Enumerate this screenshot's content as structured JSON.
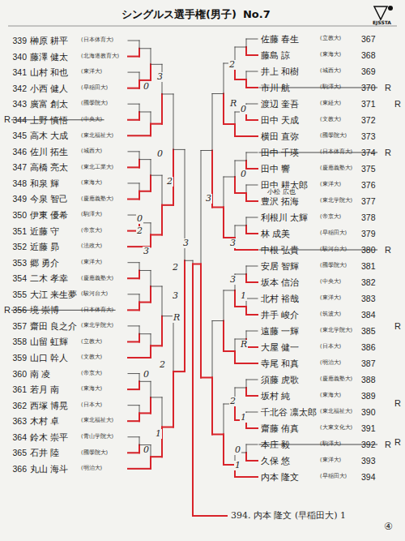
{
  "diagram": {
    "title": "シングルス選手権(男子)",
    "labels": [
      "No.7",
      "EJSSTA",
      "339",
      "榊原 耕平",
      "(日本体育大)",
      "340",
      "藤澤 健太",
      "(北海道教育大)",
      "341",
      "山村 和也",
      "(東洋大)",
      "342",
      "小西 健人",
      "(早稲田大)",
      "343",
      "廣富 創太",
      "(國學院大)",
      "344",
      "上野 慎悟",
      "(中央大)",
      "345",
      "高木 大成",
      "(東北福祉大)",
      "346",
      "佐川 拓生",
      "(城西大)",
      "347",
      "高橋 亮太",
      "(東北工業大)",
      "348",
      "和泉 輝",
      "(東海大)",
      "349",
      "今泉 智己",
      "(慶應義塾大)",
      "350",
      "伊東 優希",
      "(駒澤大)",
      "351",
      "近藤 守",
      "(帝京大)",
      "352",
      "近藤 昴",
      "(法政大)",
      "353",
      "郷 勇介",
      "(東洋大)",
      "354",
      "二木 孝幸",
      "(慶應義塾大)",
      "355",
      "大江 来生夢",
      "(駿河台大)",
      "356",
      "境 崇博",
      "(日本体育大)",
      "357",
      "齋田 良之介",
      "(東北学院大)",
      "358",
      "山留 虹輝",
      "(立教大)",
      "359",
      "山口 幹人",
      "(文教大)",
      "360",
      "南 凌",
      "(帝京大)",
      "361",
      "若月 南",
      "(東海大)",
      "362",
      "西塚 博晃",
      "(日本大)",
      "363",
      "木村 卓",
      "(東北福祉大)",
      "364",
      "鈴木 崇平",
      "(青山学院大)",
      "365",
      "石井 陸",
      "(國學院大)",
      "366",
      "丸山 海斗",
      "(明治大)",
      "367",
      "佐藤 春生",
      "(立教大)",
      "368",
      "藤島 諒",
      "(東海大)",
      "369",
      "井上 和樹",
      "(城西大)",
      "370",
      "市川 航",
      "(駒澤大)",
      "371",
      "渡辺 奎吾",
      "(東経大)",
      "372",
      "田中 天成",
      "(文教大)",
      "373",
      "横田 直弥",
      "(國學院大)",
      "374",
      "田中 千瑛",
      "(日本体育大)",
      "375",
      "田中 響",
      "(慶應義塾大)",
      "376",
      "田中 耕太郎",
      "(東洋大)",
      "377",
      "豊沢 拓海",
      "(東北学院大)",
      "378",
      "利根川 太輝",
      "(帝京大)",
      "379",
      "林 成美",
      "(早稲田大)",
      "380",
      "中根 弘貴",
      "(駿河台大)",
      "381",
      "安居 智輝",
      "(國學院大)",
      "382",
      "坂本 信治",
      "(中央大)",
      "383",
      "北村 裕哉",
      "(東洋大)",
      "384",
      "井手 峻介",
      "(筑波大)",
      "385",
      "遠藤 一輝",
      "(東北学院大)",
      "386",
      "大屋 健一",
      "(日本大)",
      "387",
      "寺尾 和真",
      "(明治大)",
      "388",
      "須藤 虎歌",
      "(慶應義塾大)",
      "389",
      "坂村 純",
      "(東海大)",
      "390",
      "千北谷 凛太郎",
      "(東北福祉大)",
      "391",
      "齋藤 侑真",
      "(大東文化大)",
      "392",
      "本庄 毅",
      "(駒澤大)",
      "393",
      "久保 悠",
      "(東洋大)",
      "394",
      "内本 隆文",
      "(早稲田大)",
      "3",
      "0",
      "0",
      "2",
      "2",
      "0",
      "2",
      "3",
      "3",
      "R",
      "2",
      "0",
      "1",
      "0",
      "3",
      "3",
      "2",
      "R",
      "0",
      "0",
      "3",
      "3",
      "1",
      "R",
      "2",
      "1",
      "0",
      "1",
      "R",
      "R",
      "R",
      "R",
      "R",
      "R",
      "R",
      "R",
      "R",
      "R",
      "小松 広也",
      "394. 内本 隆文 (早稲田大) 1",
      "④"
    ]
  }
}
